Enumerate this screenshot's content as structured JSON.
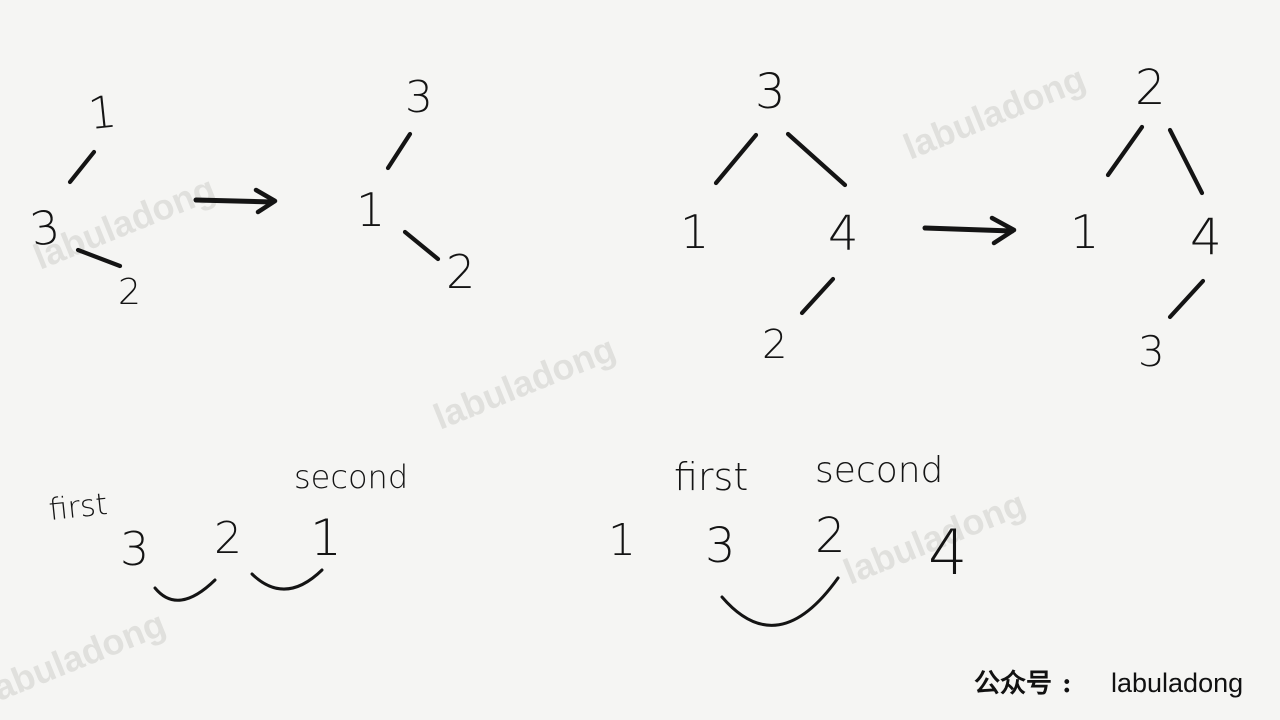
{
  "watermark": "labuladong",
  "diagram": {
    "example1": {
      "before": {
        "root": "1",
        "child": "3",
        "grandchild": "2"
      },
      "after": {
        "root": "3",
        "child": "1",
        "grandchild": "2"
      }
    },
    "example2": {
      "before": {
        "root": "3",
        "left": "1",
        "right": "4",
        "right_child": "2"
      },
      "after": {
        "root": "2",
        "left": "1",
        "right": "4",
        "right_child": "3"
      }
    },
    "sequence1": {
      "first_label": "first",
      "second_label": "second",
      "values": [
        "3",
        "2",
        "1"
      ]
    },
    "sequence2": {
      "first_label": "first",
      "second_label": "second",
      "values": [
        "1",
        "3",
        "2",
        "4"
      ]
    }
  },
  "footer": {
    "seal_label": "公众号",
    "name": "labuladong"
  }
}
